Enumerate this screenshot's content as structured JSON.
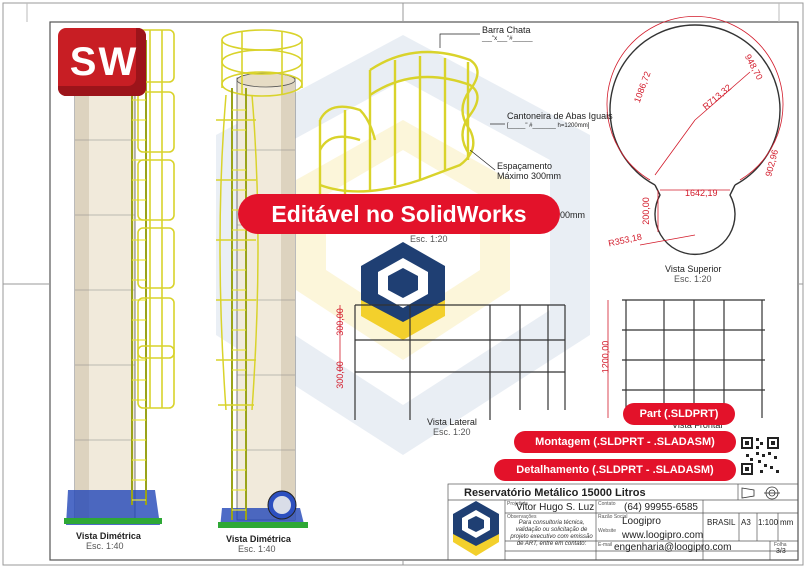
{
  "banner": {
    "text": "Editável no SolidWorks"
  },
  "badges": {
    "part": "Part (.SLDPRT)",
    "montagem": "Montagem (.SLDPRT - .SLADASM)",
    "detalhamento": "Detalhamento (.SLDPRT - .SLADASM)"
  },
  "logo": {
    "letters": "SW"
  },
  "views": {
    "dimetrica1": {
      "title": "Vista Dimétrica",
      "scale": "Esc. 1:40"
    },
    "dimetrica2": {
      "title": "Vista Dimétrica",
      "scale": "Esc. 1:40"
    },
    "detalhe": {
      "scale": "Esc. 1:20"
    },
    "superior": {
      "title": "Vista Superior",
      "scale": "Esc. 1:20"
    },
    "lateral": {
      "title": "Vista Lateral",
      "scale": "Esc. 1:20"
    },
    "frontal": {
      "title": "Vista Frontal"
    }
  },
  "annotations": {
    "barra_chata": "Barra Chata",
    "barra_chata_spec": "___\"x___\"#______",
    "cantoneira": "Cantoneira de Abas Iguais",
    "cantoneira_spec": "[_____\" #_______ h=1200mm]",
    "espacamento": "Espaçamento",
    "espacamento_max": "Máximo 300mm",
    "mm": "00mm"
  },
  "dimensions": {
    "superior": [
      "948,70",
      "1086,72",
      "R713,32",
      "902,96",
      "1642,19",
      "200,00",
      "R353,18"
    ],
    "lateral": [
      "300,00",
      "300,00"
    ],
    "frontal": [
      "1200,00"
    ]
  },
  "title_block": {
    "title": "Reservatório Metálico 15000 Litros",
    "projetista_label": "Projetista",
    "projetista": "Vitor Hugo S. Luz",
    "contato_label": "Contato",
    "contato": "(64) 99955-6585",
    "observacoes_label": "Observações",
    "observacoes": "Para consultoria técnica, validação ou solicitação de projeto executivo com emissão de ART, entre em contato:",
    "razao_label": "Razão Social",
    "razao": "Loogipro",
    "website_label": "Website",
    "website": "www.loogipro.com",
    "email_label": "E-mail",
    "email": "engenharia@loogipro.com",
    "pais": "BRASIL",
    "formato": "A3",
    "escala": "1:100",
    "unidade": "mm",
    "folha_label": "Folha",
    "folha": "3/3"
  }
}
